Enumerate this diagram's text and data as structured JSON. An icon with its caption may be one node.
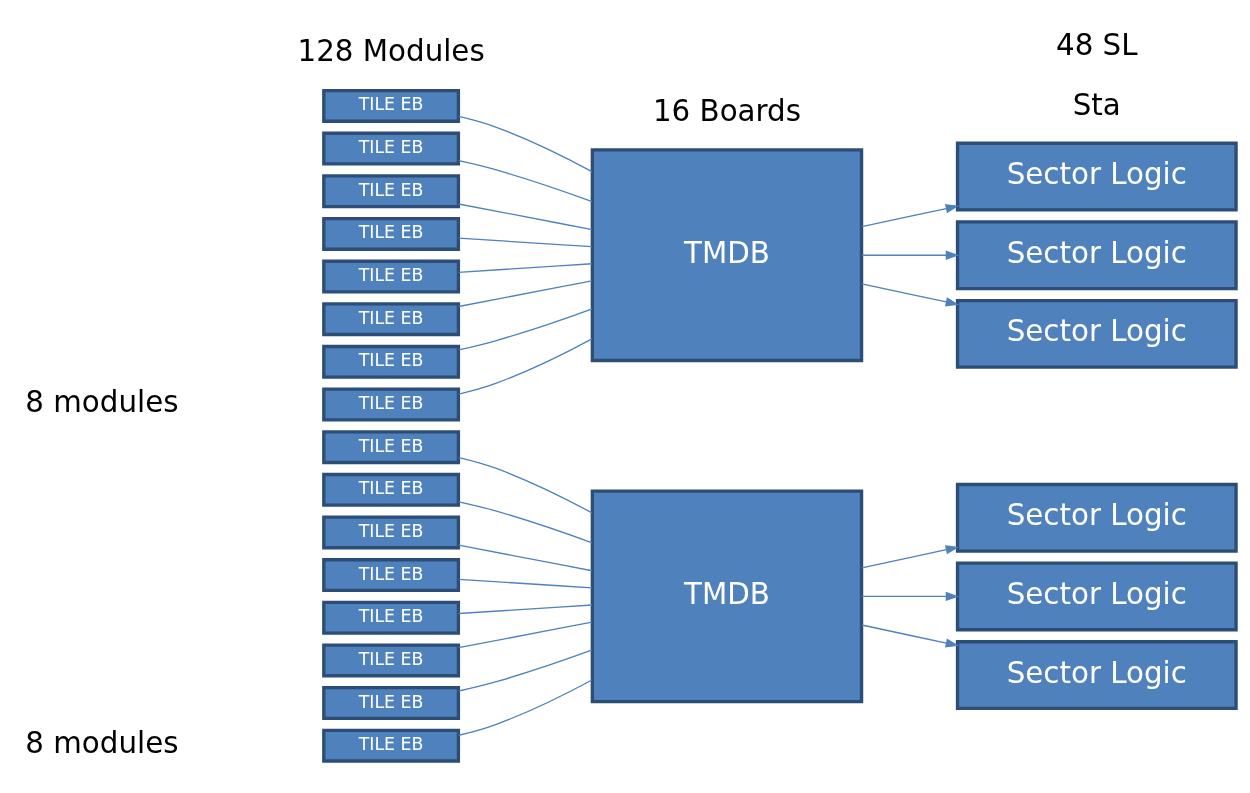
{
  "diagram": {
    "nodes": [
      {
        "text": [
          "TILE EB"
        ]
      },
      {
        "text": [
          "TILE EB"
        ]
      },
      {
        "text": [
          "TILE EB"
        ]
      },
      {
        "text": [
          "TILE EB"
        ]
      },
      {
        "text": [
          "TILE EB"
        ]
      },
      {
        "text": [
          "TILE EB"
        ]
      },
      {
        "text": [
          "TILE EB"
        ]
      },
      {
        "text": [
          "TILE EB"
        ]
      },
      {
        "text": [
          "TMDB"
        ]
      },
      {
        "text": [
          "Sector Logic"
        ]
      },
      {
        "text": [
          "Sector Logic"
        ]
      },
      {
        "text": [
          "Sector Logic"
        ]
      },
      {
        "text": [
          "TILE EB"
        ]
      },
      {
        "text": [
          "TILE EB"
        ]
      },
      {
        "text": [
          "TILE EB"
        ]
      },
      {
        "text": [
          "TILE EB"
        ]
      },
      {
        "text": [
          "TILE EB"
        ]
      },
      {
        "text": [
          "TILE EB"
        ]
      },
      {
        "text": [
          "TILE EB"
        ]
      },
      {
        "text": [
          "TILE EB"
        ]
      },
      {
        "text": [
          "TMDB"
        ]
      },
      {
        "text": [
          "Sector Logic"
        ]
      },
      {
        "text": [
          "Sector Logic"
        ]
      },
      {
        "text": [
          "Sector Logic"
        ]
      }
    ],
    "edges": [
      {
        "from": 0,
        "to": 8,
        "arrow": "none"
      },
      {
        "from": 1,
        "to": 8,
        "arrow": "none"
      },
      {
        "from": 2,
        "to": 8,
        "arrow": "none"
      },
      {
        "from": 3,
        "to": 8,
        "arrow": "none"
      },
      {
        "from": 4,
        "to": 8,
        "arrow": "none"
      },
      {
        "from": 5,
        "to": 8,
        "arrow": "none"
      },
      {
        "from": 6,
        "to": 8,
        "arrow": "none"
      },
      {
        "from": 7,
        "to": 8,
        "arrow": "none"
      },
      {
        "from": 8,
        "to": 9,
        "arrow": "to"
      },
      {
        "from": 8,
        "to": 10,
        "arrow": "to"
      },
      {
        "from": 8,
        "to": 11,
        "arrow": "to"
      },
      {
        "from": 12,
        "to": 20,
        "arrow": "none"
      },
      {
        "from": 13,
        "to": 20,
        "arrow": "none"
      },
      {
        "from": 14,
        "to": 20,
        "arrow": "none"
      },
      {
        "from": 15,
        "to": 20,
        "arrow": "none"
      },
      {
        "from": 16,
        "to": 20,
        "arrow": "none"
      },
      {
        "from": 17,
        "to": 20,
        "arrow": "none"
      },
      {
        "from": 18,
        "to": 20,
        "arrow": "none"
      },
      {
        "from": 19,
        "to": 20,
        "arrow": "none"
      },
      {
        "from": 20,
        "to": 21,
        "arrow": "to"
      },
      {
        "from": 20,
        "to": 22,
        "arrow": "to"
      },
      {
        "from": 20,
        "to": 23,
        "arrow": "to"
      }
    ],
    "labels": [
      "Sta",
      "8 modules",
      "8 modules",
      "128 Modules",
      "16 Boards",
      "48 SL"
    ]
  }
}
